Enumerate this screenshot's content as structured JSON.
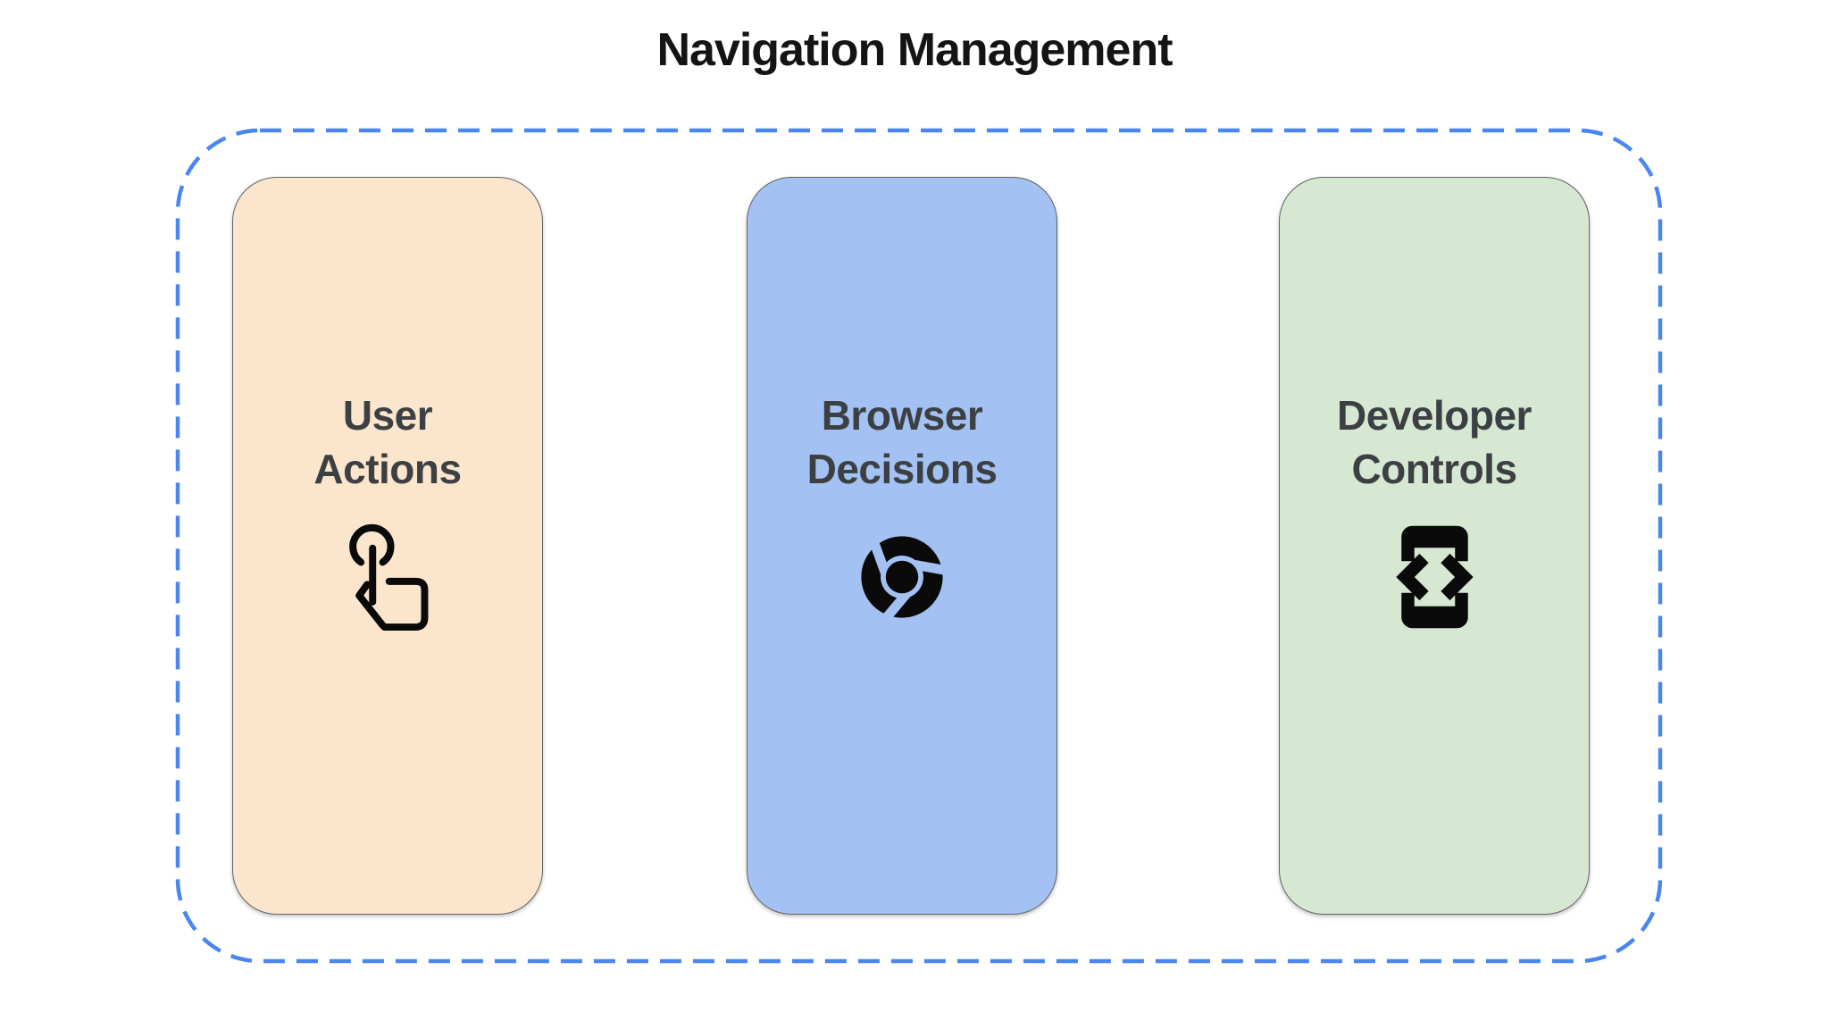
{
  "title": "Navigation Management",
  "diagram": {
    "container": {
      "style": "dashed-rounded-rect",
      "border_color": "#4a86f0"
    },
    "cards": [
      {
        "id": "user-actions",
        "label": "User\nActions",
        "icon": "touch-gesture-icon",
        "color": "#fbe5cc"
      },
      {
        "id": "browser-decisions",
        "label": "Browser\nDecisions",
        "icon": "chrome-browser-icon",
        "color": "#a3c1f2"
      },
      {
        "id": "developer-controls",
        "label": "Developer\nControls",
        "icon": "developer-mode-icon",
        "color": "#d7e8d2"
      }
    ],
    "label_color": "#3c4043",
    "icon_color": "#0a0a0a"
  }
}
